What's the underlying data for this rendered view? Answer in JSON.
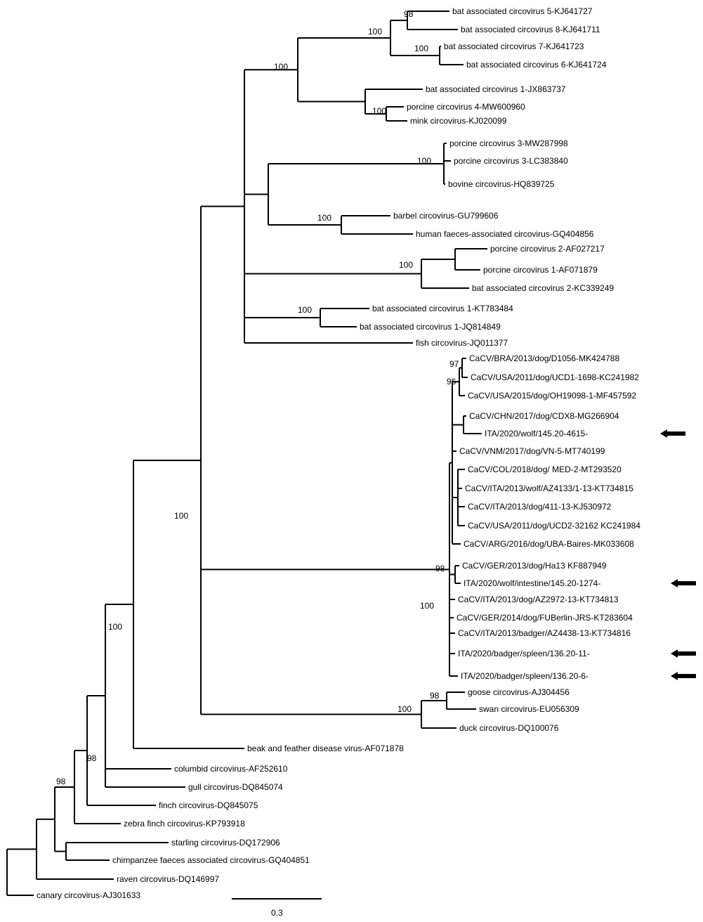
{
  "leaves": [
    {
      "id": "bac5",
      "label": "bat associated circovirus 5-KJ641727"
    },
    {
      "id": "bac8",
      "label": "bat associated circovirus 8-KJ641711"
    },
    {
      "id": "bac7",
      "label": "bat associated circovirus 7-KJ641723"
    },
    {
      "id": "bac6",
      "label": "bat associated circovirus 6-KJ641724"
    },
    {
      "id": "bac1a",
      "label": "bat associated circovirus 1-JX863737"
    },
    {
      "id": "pcv4",
      "label": "porcine circovirus 4-MW600960"
    },
    {
      "id": "mink",
      "label": "mink circovirus-KJ020099"
    },
    {
      "id": "pcv3a",
      "label": "porcine circovirus 3-MW287998"
    },
    {
      "id": "pcv3b",
      "label": "porcine circovirus 3-LC383840"
    },
    {
      "id": "bovine",
      "label": "bovine circovirus-HQ839725"
    },
    {
      "id": "barbel",
      "label": "barbel circovirus-GU799606"
    },
    {
      "id": "hfac",
      "label": "human faeces-associated circovirus-GQ404856"
    },
    {
      "id": "pcv2",
      "label": "porcine circovirus 2-AF027217"
    },
    {
      "id": "pcv1",
      "label": "porcine circovirus 1-AF071879"
    },
    {
      "id": "bac2",
      "label": "bat associated circovirus 2-KC339249"
    },
    {
      "id": "bac1b",
      "label": "bat associated circovirus 1-KT783484"
    },
    {
      "id": "bac1c",
      "label": "bat associated circovirus 1-JQ814849"
    },
    {
      "id": "fish",
      "label": "fish circovirus-JQ011377"
    },
    {
      "id": "bra",
      "label": "CaCV/BRA/2013/dog/D1056-MK424788"
    },
    {
      "id": "usa1",
      "label": "CaCV/USA/2011/dog/UCD1-1698-KC241982"
    },
    {
      "id": "usa2",
      "label": "CaCV/USA/2015/dog/OH19098-1-MF457592"
    },
    {
      "id": "chn",
      "label": "CaCV/CHN/2017/dog/CDX8-MG266904"
    },
    {
      "id": "ita_w1",
      "label": "ITA/2020/wolf/145.20-4615-"
    },
    {
      "id": "vnm",
      "label": "CaCV/VNM/2017/dog/VN-5-MT740199"
    },
    {
      "id": "col",
      "label": "CaCV/COL/2018/dog/ MED-2-MT293520"
    },
    {
      "id": "ita_w13",
      "label": "CaCV/ITA/2013/wolf/AZ4133/1-13-KT734815"
    },
    {
      "id": "ita_d411",
      "label": "CaCV/ITA/2013/dog/411-13-KJ530972"
    },
    {
      "id": "usa3",
      "label": "CaCV/USA/2011/dog/UCD2-32162 KC241984"
    },
    {
      "id": "arg",
      "label": "CaCV/ARG/2016/dog/UBA-Baires-MK033608"
    },
    {
      "id": "ger1",
      "label": "CaCV/GER/2013/dog/Ha13 KF887949"
    },
    {
      "id": "ita_w2",
      "label": "ITA/2020/wolf/intestine/145.20-1274-"
    },
    {
      "id": "ita_d2972",
      "label": "CaCV/ITA/2013/dog/AZ2972-13-KT734813"
    },
    {
      "id": "ger2",
      "label": "CaCV/GER/2014/dog/FUBerlin-JRS-KT283604"
    },
    {
      "id": "ita_b13",
      "label": "CaCV/ITA/2013/badger/AZ4438-13-KT734816"
    },
    {
      "id": "ita_b11",
      "label": "ITA/2020/badger/spleen/136.20-11-"
    },
    {
      "id": "ita_b6",
      "label": "ITA/2020/badger/spleen/136.20-6-"
    },
    {
      "id": "goose",
      "label": "goose circovirus-AJ304456"
    },
    {
      "id": "swan",
      "label": "swan circovirus-EU056309"
    },
    {
      "id": "duck",
      "label": "duck circovirus-DQ100076"
    },
    {
      "id": "bfdv",
      "label": "beak and feather disease virus-AF071878"
    },
    {
      "id": "columbid",
      "label": "columbid circovirus-AF252610"
    },
    {
      "id": "gull",
      "label": "gull circovirus-DQ845074"
    },
    {
      "id": "finch",
      "label": "finch circovirus-DQ845075"
    },
    {
      "id": "zfinch",
      "label": "zebra finch circovirus-KP793918"
    },
    {
      "id": "starling",
      "label": "starling circovirus-DQ172906"
    },
    {
      "id": "chimp",
      "label": "chimpanzee faeces associated circovirus-GQ404851"
    },
    {
      "id": "raven",
      "label": "raven circovirus-DQ146997"
    },
    {
      "id": "canary",
      "label": "canary circovirus-AJ301633"
    }
  ],
  "bootstrap": {
    "b_bac58": "98",
    "b_bac5876": "100",
    "b_bac76": "100",
    "b_top": "100",
    "b_pcv4": "100",
    "b_pcv3": "100",
    "b_barbel": "100",
    "b_pcv12": "100",
    "b_bac1": "100",
    "b_upper": "100",
    "b_cacv": "100",
    "b_cacv_in": "98",
    "b_cacv97": "97",
    "b_cacv96": "96",
    "b_anatid": "100",
    "b_goose": "98",
    "b_bigclade": "100",
    "b_finch98a": "98",
    "b_finch98b": "98"
  },
  "highlighted": [
    "ita_w1",
    "ita_w2",
    "ita_b11",
    "ita_b6"
  ],
  "scale_bar": {
    "label": "0.3"
  }
}
